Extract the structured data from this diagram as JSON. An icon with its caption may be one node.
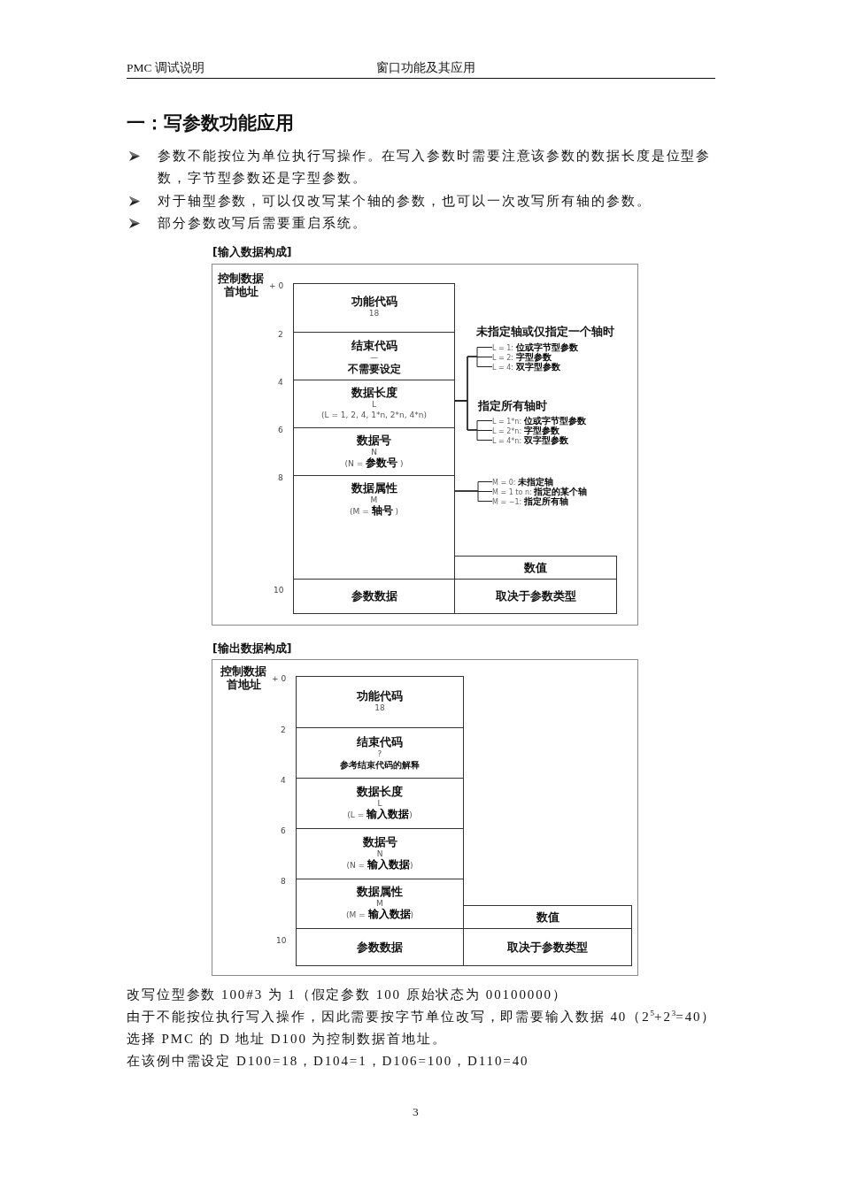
{
  "diagram": {
    "title": "一：写参数功能应用",
    "nodes": [
      {
        "text": [
          "控制数据首地址"
        ]
      },
      {
        "text": [
          "功能代码",
          "18"
        ],
        "in": 0,
        "beside": [
          "+ 0"
        ]
      },
      {
        "text": [
          "结束代码",
          "—",
          "不需要设定"
        ],
        "in": 0,
        "beside": [
          "2"
        ]
      },
      {
        "text": [
          "数据长度",
          "L",
          "(L = 1, 2, 4, 1*n, 2*n, 4*n)"
        ],
        "in": 0,
        "beside": [
          "4"
        ]
      },
      {
        "text": [
          "数据号",
          "N",
          "(N = **参数号** )"
        ],
        "in": 0,
        "beside": [
          "6"
        ]
      },
      {
        "text": [
          "数据属性",
          "M",
          "(M = **轴号** )"
        ],
        "in": 0,
        "beside": [
          "8"
        ]
      },
      {
        "text": [
          "数值"
        ],
        "in": 0
      },
      {
        "text": [
          "参数数据"
        ],
        "in": 0,
        "beside": [
          "10"
        ]
      },
      {
        "text": [
          "取决于参数类型"
        ],
        "in": 0
      },
      {
        "text": [
          "L = 1: **位或字节型参数**"
        ],
        "in": 0
      },
      {
        "text": [
          "L = 2: **字型参数**"
        ],
        "in": 0
      },
      {
        "text": [
          "L = 4: **双字型参数**"
        ],
        "in": 0
      },
      {
        "text": [
          "L = 1*n: **位或字节型参数**"
        ],
        "in": 0
      },
      {
        "text": [
          "L = 2*n: **字型参数**"
        ],
        "in": 0
      },
      {
        "text": [
          "L = 4*n: **双字型参数**"
        ],
        "in": 0
      },
      {
        "text": [
          "M = 0: **未指定轴**"
        ],
        "in": 0
      },
      {
        "text": [
          "M = 1 to n: **指定的某个轴**"
        ],
        "in": 0
      },
      {
        "text": [
          "M = −1: **指定所有轴**"
        ],
        "in": 0
      },
      {
        "text": [
          "控制数据首地址"
        ]
      },
      {
        "text": [
          "功能代码",
          "18"
        ],
        "in": 18,
        "beside": [
          "+ 0"
        ]
      },
      {
        "text": [
          "结束代码",
          "?",
          "参考结束代码的解释"
        ],
        "in": 18,
        "beside": [
          "2"
        ]
      },
      {
        "text": [
          "数据长度",
          "L",
          "(L = **输入数据**)"
        ],
        "in": 18,
        "beside": [
          "4"
        ]
      },
      {
        "text": [
          "数据号",
          "N",
          "(N = **输入数据**)"
        ],
        "in": 18,
        "beside": [
          "6"
        ]
      },
      {
        "text": [
          "数据属性",
          "M",
          "(M = **输入数据**)"
        ],
        "in": 18,
        "beside": [
          "8"
        ]
      },
      {
        "text": [
          "数值"
        ],
        "in": 18
      },
      {
        "text": [
          "参数数据"
        ],
        "in": 18,
        "beside": [
          "10"
        ]
      },
      {
        "text": [
          "取决于参数类型"
        ],
        "in": 18
      }
    ],
    "edges": [
      {
        "from": 3,
        "to": 9,
        "arrow": "none"
      },
      {
        "from": 3,
        "to": 10,
        "arrow": "none"
      },
      {
        "from": 3,
        "to": 11,
        "arrow": "none"
      },
      {
        "from": 3,
        "to": 12,
        "arrow": "none"
      },
      {
        "from": 3,
        "to": 13,
        "arrow": "none"
      },
      {
        "from": 3,
        "to": 14,
        "arrow": "none"
      },
      {
        "from": 5,
        "to": 15,
        "arrow": "none"
      },
      {
        "from": 5,
        "to": 16,
        "arrow": "none"
      },
      {
        "from": 5,
        "to": 17,
        "arrow": "none"
      }
    ],
    "labels": [
      "PMC 调试说明",
      "窗口功能及其应用",
      "参数不能按位为单位执行写操作。在写入参数时需要注意该参数的数据长度是位型参数，字节型参数还是字型参数。",
      "对于轴型参数，可以仅改写某个轴的参数，也可以一次改写所有轴的参数。",
      "部分参数改写后需要重启系统。",
      "[输入数据构成]",
      "未指定轴或仅指定一个轴时",
      "指定所有轴时",
      "[输出数据构成]",
      "改写位型参数 100#3 为 1（假定参数 100 原始状态为 00100000）",
      "由于不能按位执行写入操作，因此需要按字节单位改写，即需要输入数据 40（2$^{5}$+2$^{3}$=40）",
      "选择 PMC 的 D 地址 D100 为控制数据首地址。",
      "在该例中需设定 D100=18，D104=1，D106=100，D110=40",
      "3"
    ]
  }
}
